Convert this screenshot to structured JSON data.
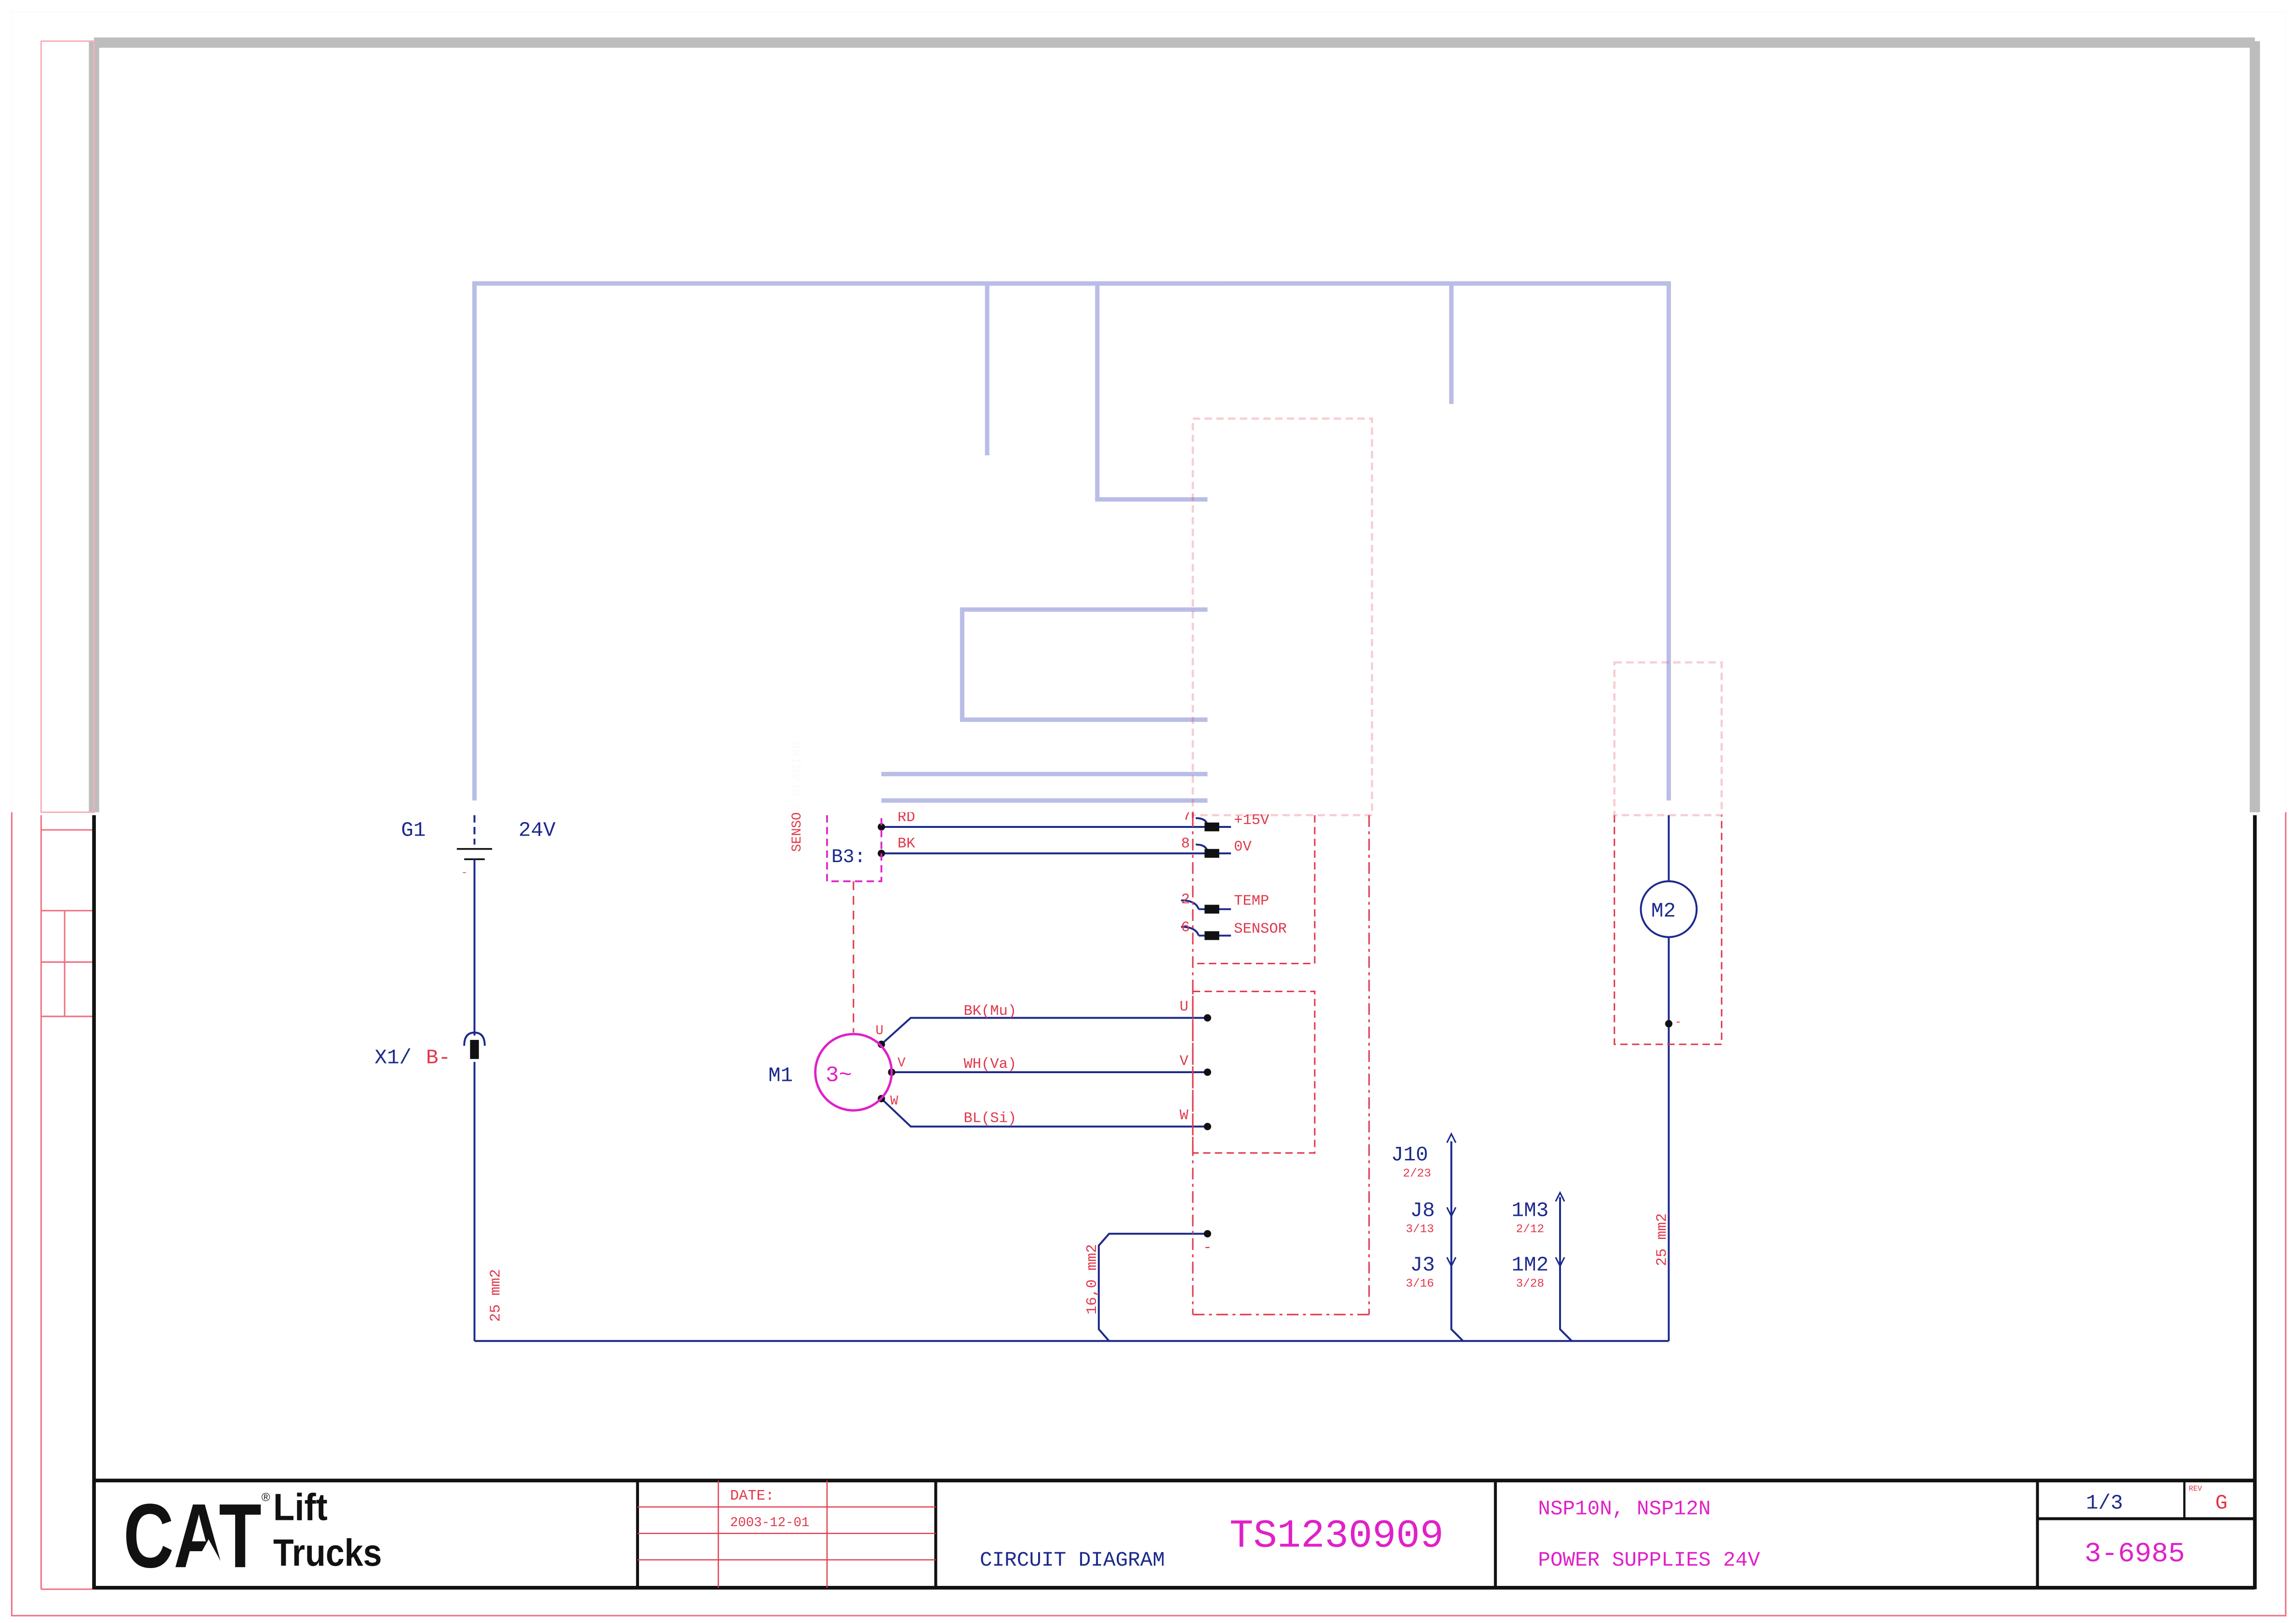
{
  "sheet": {
    "title_block": {
      "logo_brand": "CAT",
      "logo_line1": "Lift",
      "logo_line2": "Trucks",
      "date_label": "DATE:",
      "date_value": "2003-12-01",
      "doc_type": "CIRCUIT DIAGRAM",
      "drawing_number": "TS1230909",
      "models": "NSP10N, NSP12N",
      "subtitle": "POWER SUPPLIES 24V",
      "page": "1/3",
      "rev_label": "REV",
      "rev": "G",
      "sheet_number": "3-6985"
    },
    "colors": {
      "frame": "#111111",
      "wire": "#1c2a8c",
      "component_red": "#e0384a",
      "magenta": "#e020c8",
      "border_pink": "#f07080"
    }
  },
  "components": {
    "g1": {
      "label": "G1",
      "voltage": "24V"
    },
    "x1": {
      "label": "X1/",
      "pin": "B-"
    },
    "m1": {
      "label": "M1",
      "symbol": "3~",
      "phases": [
        "U",
        "V",
        "W"
      ]
    },
    "b3": {
      "label": "B3:",
      "sensor_text": "SENSOR BEARING"
    },
    "m2": {
      "label": "M2"
    }
  },
  "wires": {
    "rd": "RD",
    "bk": "BK",
    "bk_mu": "BK(Mu)",
    "wh_va": "WH(Va)",
    "bl_si": "BL(Si)",
    "g1_xsec": "25 mm2",
    "m2_xsec": "25 mm2",
    "ctrl_xsec": "16,0 mm2"
  },
  "controller_pins": {
    "p7": "7",
    "p8": "8",
    "p2": "2",
    "p6": "6",
    "plus15": "+15V",
    "zero": "0V",
    "temp": "TEMP",
    "sensor": "SENSOR",
    "u": "U",
    "v": "V",
    "w": "W",
    "minus": "-"
  },
  "connectors": {
    "j10": {
      "label": "J10",
      "ref": "2/23"
    },
    "j8": {
      "label": "J8",
      "ref": "3/13"
    },
    "j3": {
      "label": "J3",
      "ref": "3/16"
    },
    "m3": {
      "label": "1M3",
      "ref": "2/12"
    },
    "m2": {
      "label": "1M2",
      "ref": "3/28"
    }
  }
}
